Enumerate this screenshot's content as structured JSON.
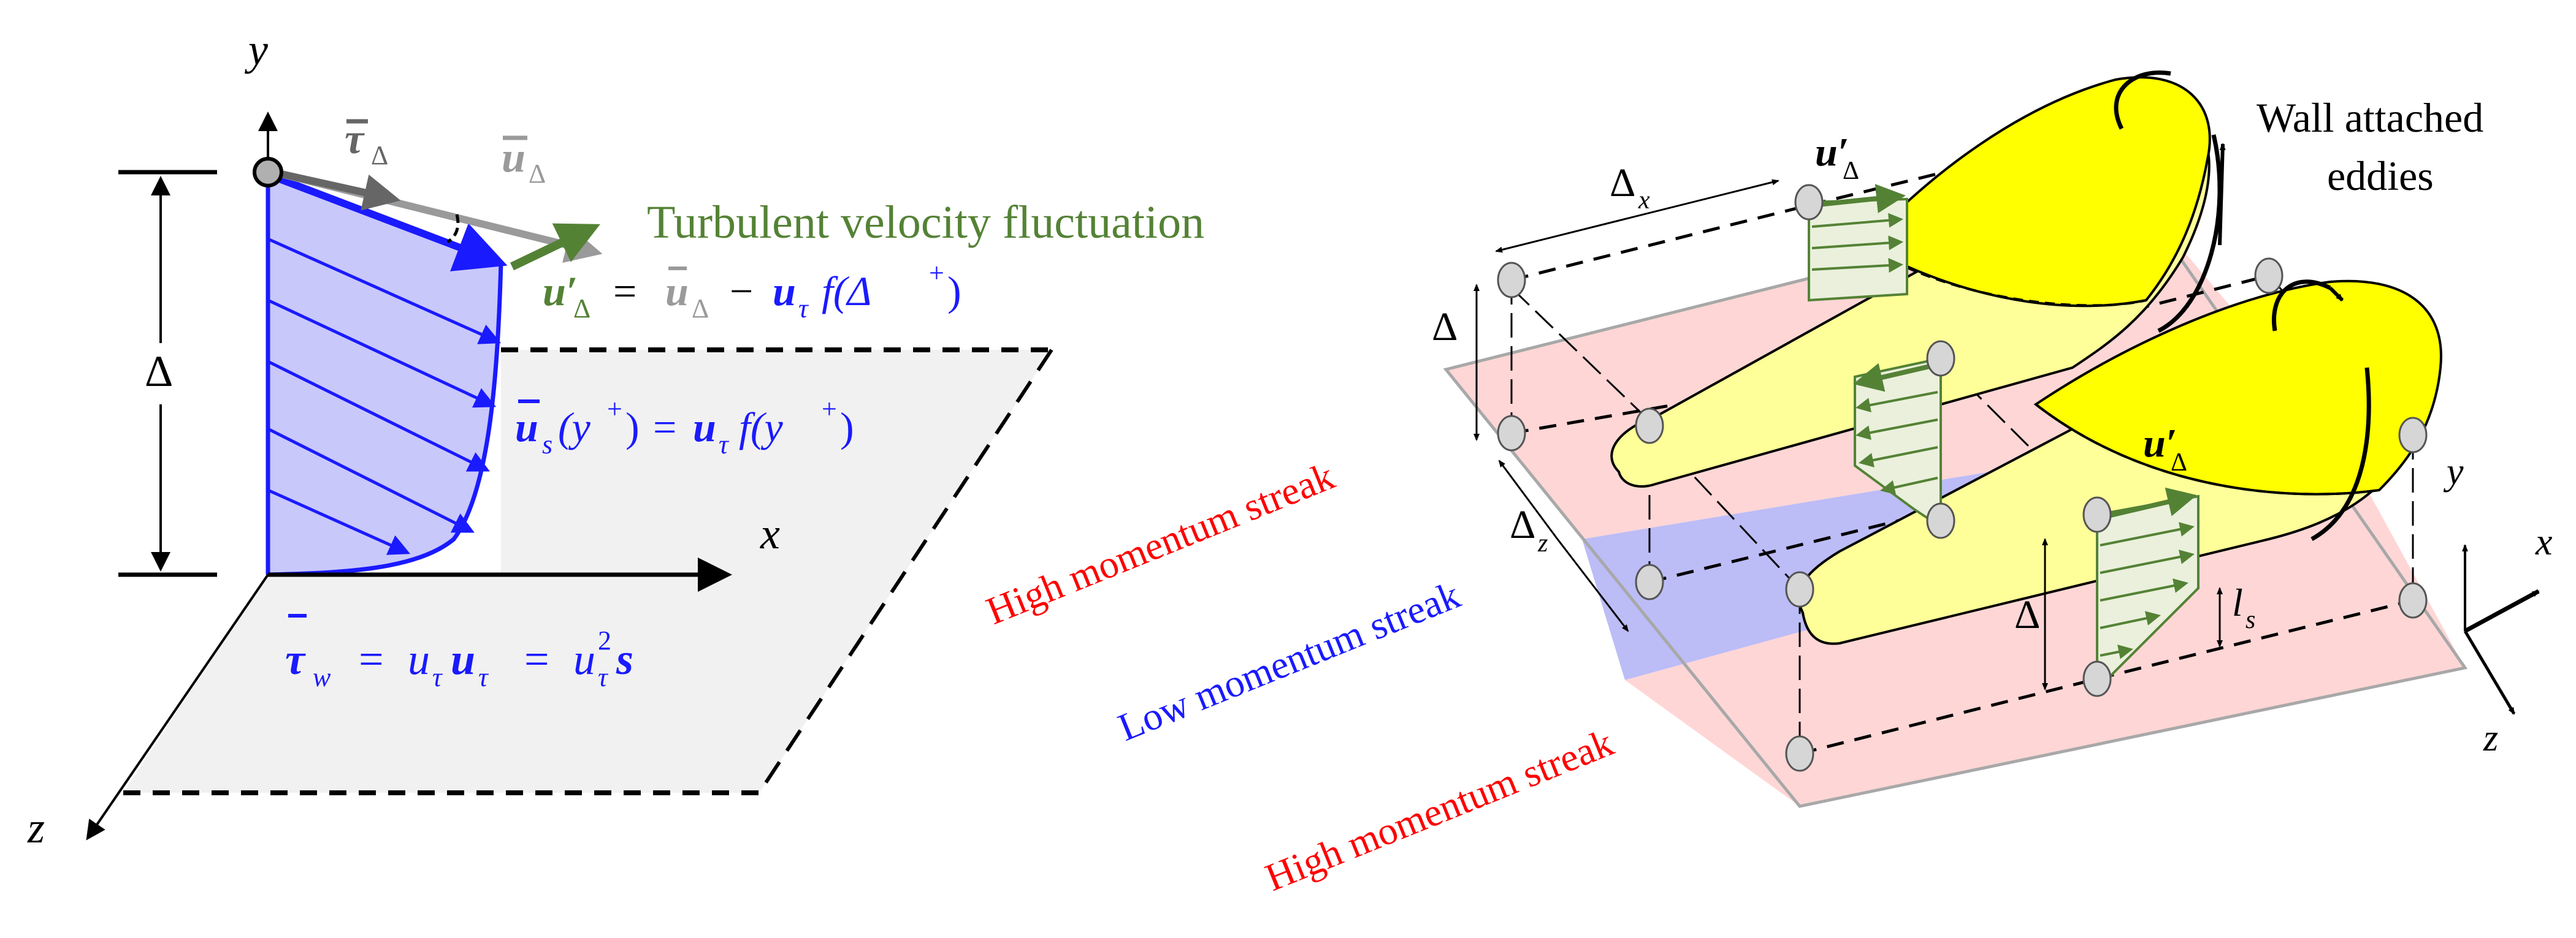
{
  "colors": {
    "blue": "#1a1aff",
    "blue_fill": "#c8c8fb",
    "green": "#548235",
    "gray_dark": "#666666",
    "gray_light": "#9a9a9a",
    "plane_gray": "#f1f1f1",
    "pink": "#ffd6d6",
    "lavender": "#bcbcf7",
    "yellow": "#ffff00",
    "yellow_light": "#ffff99",
    "red": "#ff0000",
    "node_fill": "#d6d6d6"
  },
  "left_panel": {
    "axis_y_label": "y",
    "axis_x_label": "x",
    "axis_z_label": "z",
    "delta_label": "Δ",
    "tau_delta_label": {
      "symbol": "τ",
      "sub": "Δ"
    },
    "u_delta_label": {
      "symbol": "u",
      "sub": "Δ"
    },
    "title": "Turbulent velocity fluctuation",
    "eq_fluctuation": {
      "lhs": "u′",
      "lhs_sub": "Δ",
      "eq": "=",
      "term1": "u",
      "term1_sub": "Δ",
      "minus": "−",
      "term2": "u",
      "term2_sub": "τ",
      "func": "f(Δ",
      "sup": "+",
      "close": ")"
    },
    "eq_profile": {
      "lhs": "u",
      "lhs_sub": "s",
      "arg": "(y",
      "arg_sup": "+",
      "arg_close": ")",
      "eq": "=",
      "rhs": "u",
      "rhs_sub": "τ",
      "func": "f(y",
      "func_sup": "+",
      "func_close": ")"
    },
    "eq_wall": {
      "lhs": "τ",
      "lhs_sub": "w",
      "eq1": "=",
      "a": "u",
      "a_sub": "τ",
      "b": "u",
      "b_sub": "τ",
      "eq2": "=",
      "c": "u",
      "c_sub": "τ",
      "c_sup": "2",
      "d": "s"
    }
  },
  "right_panel": {
    "eddies_label_line1": "Wall attached",
    "eddies_label_line2": "eddies",
    "delta_x_label": {
      "symbol": "Δ",
      "sub": "x"
    },
    "delta_z_label": {
      "symbol": "Δ",
      "sub": "z"
    },
    "delta_label_left": "Δ",
    "delta_label_bottom": "Δ",
    "ls_label": {
      "symbol": "l",
      "sub": "s"
    },
    "u_prime_top": {
      "symbol": "u′",
      "sub": "Δ"
    },
    "u_prime_right": {
      "symbol": "u′",
      "sub": "Δ"
    },
    "streak_high_top": "High momentum streak",
    "streak_low": "Low momentum streak",
    "streak_high_bottom": "High momentum streak",
    "axis_y_label": "y",
    "axis_x_label": "x",
    "axis_z_label": "z"
  }
}
